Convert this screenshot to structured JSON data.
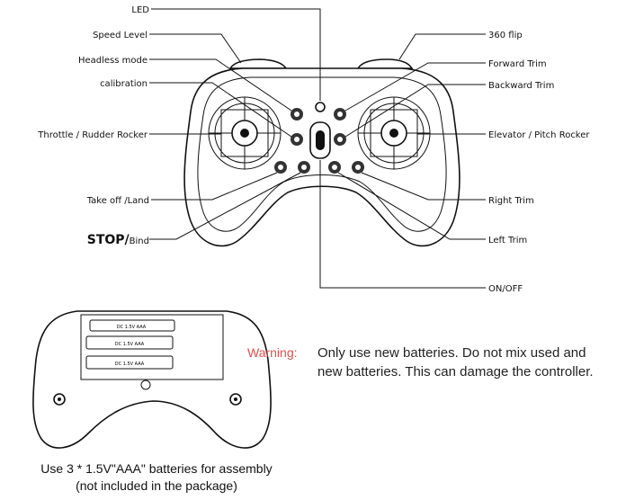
{
  "labels": {
    "led": "LED",
    "speed_level": "Speed Level",
    "headless_mode": "Headless mode",
    "calibration": "calibration",
    "throttle_rudder": "Throttle / Rudder Rocker",
    "take_off_land": "Take off /Land",
    "stop": "STOP/",
    "bind": "Bind",
    "flip_360": "360 flip",
    "forward_trim": "Forward Trim",
    "backward_trim": "Backward Trim",
    "elevator_pitch": "Elevator / Pitch Rocker",
    "right_trim": "Right Trim",
    "left_trim": "Left Trim",
    "on_off": "ON/OFF"
  },
  "battery_label": "DC 1.5V AAA",
  "warning": {
    "label": "Warning:",
    "text": "Only use new batteries. Do not mix used and new batteries. This can damage the controller.",
    "color": "#e0504a"
  },
  "battery_caption": {
    "line1": "Use 3 * 1.5V\"AAA\" batteries for assembly",
    "line2": "(not included in the package)"
  }
}
